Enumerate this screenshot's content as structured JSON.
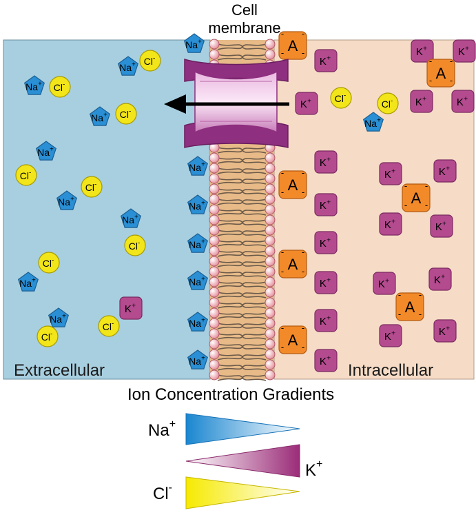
{
  "header": {
    "title_line1": "Cell",
    "title_line2": "membrane"
  },
  "regions": {
    "extracellular": "Extracellular",
    "intracellular": "Intracellular"
  },
  "legend": {
    "title": "Ion Concentration Gradients",
    "na": {
      "base": "Na",
      "charge": "+"
    },
    "k": {
      "base": "K",
      "charge": "+"
    },
    "cl": {
      "base": "Cl",
      "charge": "-"
    }
  },
  "ions": {
    "na": {
      "base": "Na",
      "charge": "+"
    },
    "cl": {
      "base": "Cl",
      "charge": "-"
    },
    "k": {
      "base": "K",
      "charge": "+"
    },
    "anion": {
      "base": "A",
      "charge": "-"
    }
  },
  "colors": {
    "extracellular": "#a8cfe0",
    "intracellular": "#f6dcc6",
    "na": "#2a8fd4",
    "cl": "#f2e51a",
    "k": "#b44b8f",
    "anion": "#f28a2a",
    "channel": "#8e2f7f"
  }
}
